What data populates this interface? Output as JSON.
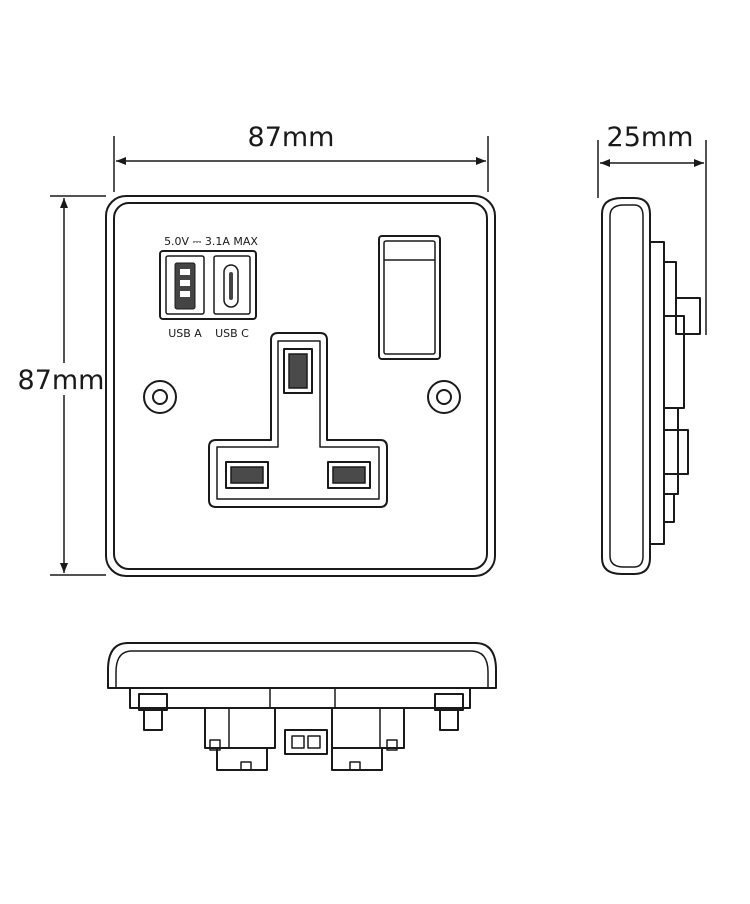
{
  "dimensions": {
    "width_label": "87mm",
    "height_label": "87mm",
    "depth_label": "25mm"
  },
  "usb_panel": {
    "rating_label": "5.0V ⎓ 3.1A MAX",
    "port_a_label": "USB A",
    "port_c_label": "USB C"
  }
}
